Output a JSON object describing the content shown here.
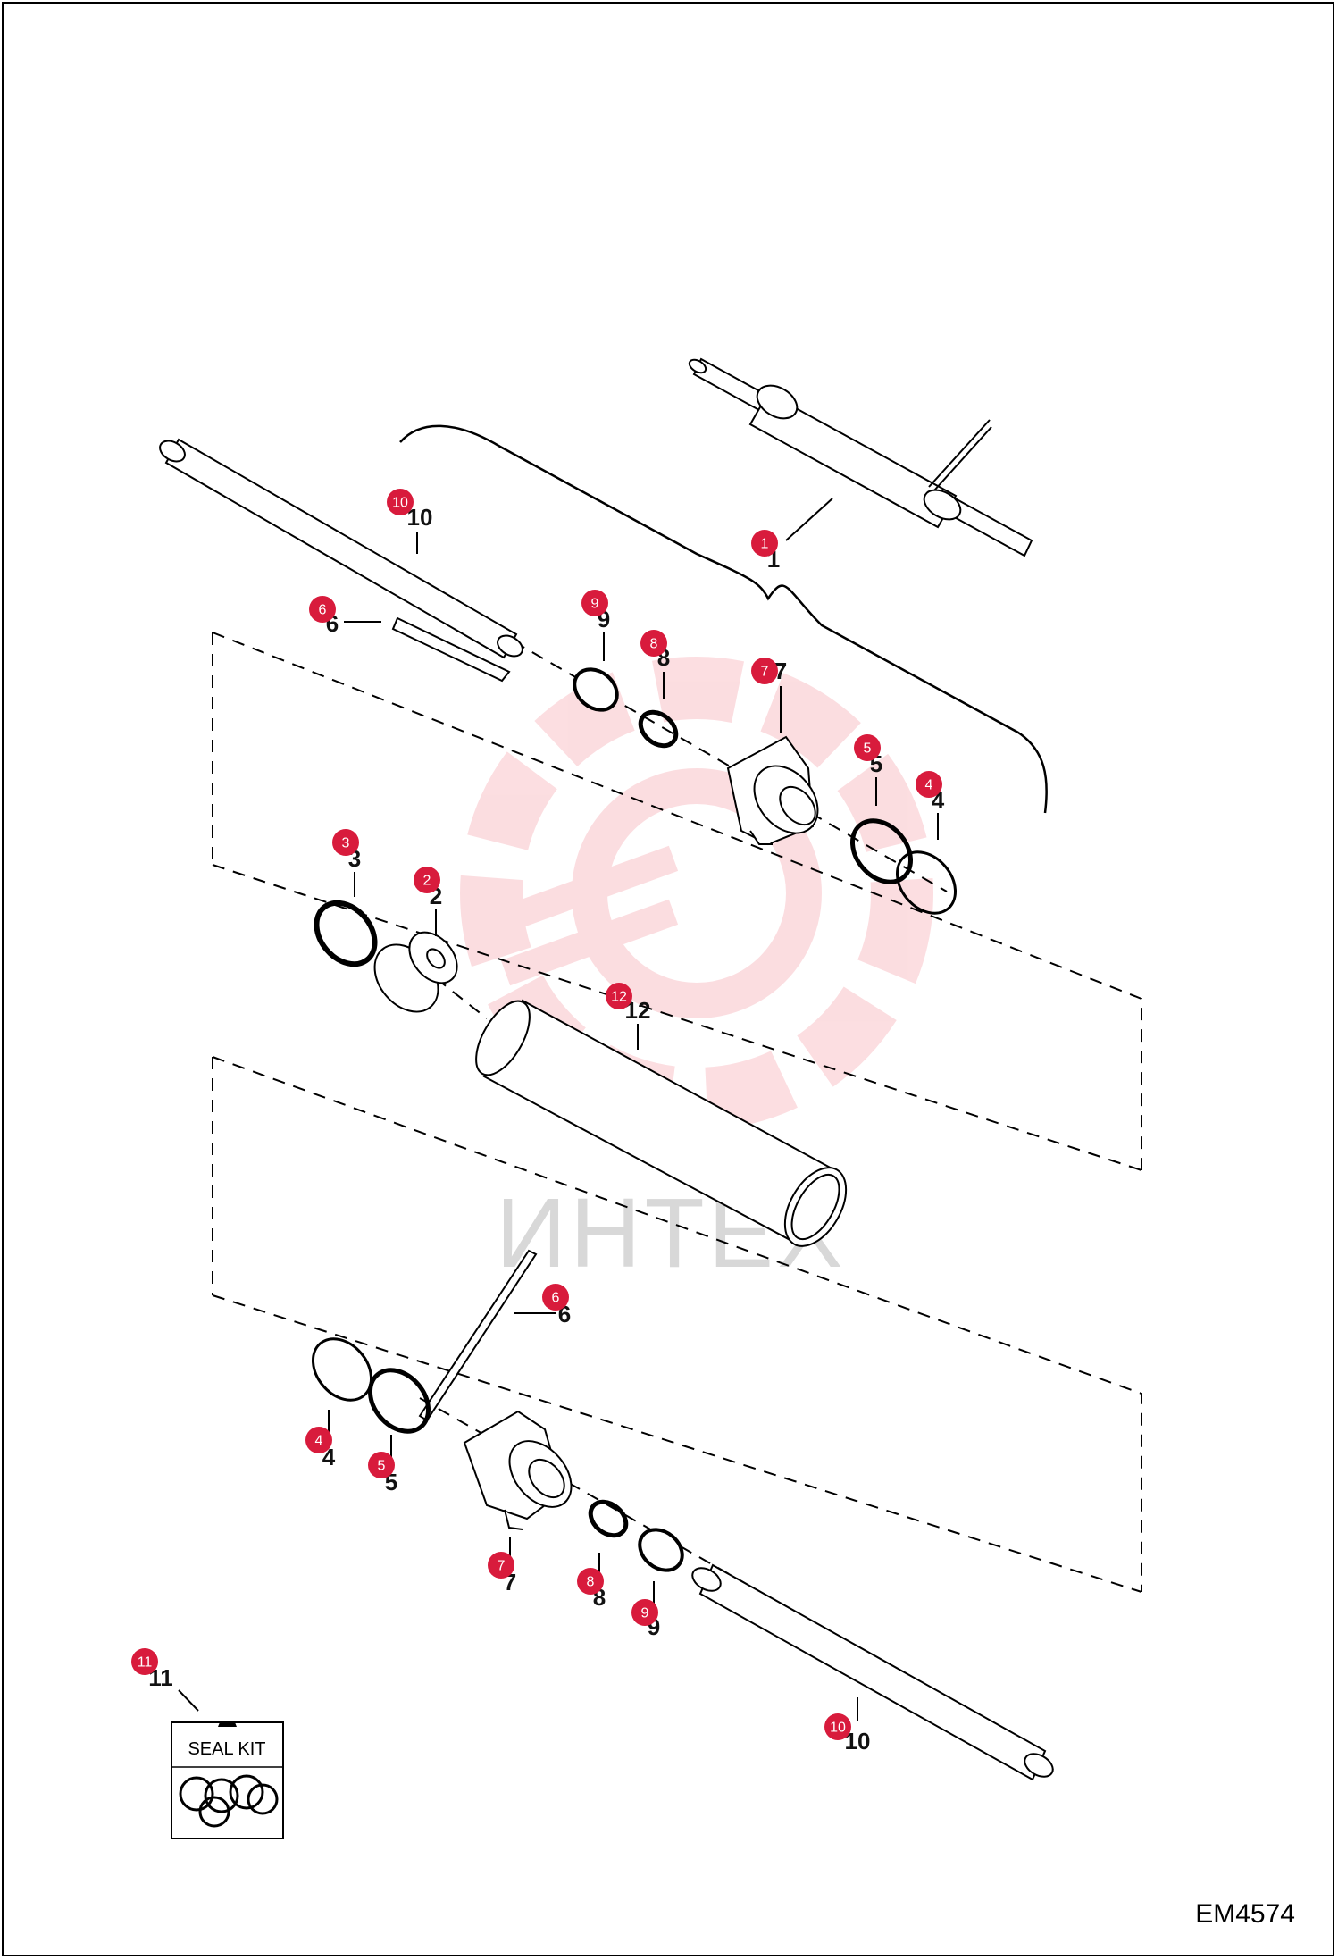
{
  "figure": {
    "code": "EM4574"
  },
  "watermark": {
    "text": "ИНТЕХ",
    "color": "#e8172c"
  },
  "badge_color": "#d81b3c",
  "seal_kit": {
    "label": "SEAL KIT"
  },
  "callouts": {
    "c10a": {
      "badge": "10",
      "label": "10"
    },
    "c1": {
      "badge": "1",
      "label": "1"
    },
    "c6a": {
      "badge": "6",
      "label": "6"
    },
    "c9a": {
      "badge": "9",
      "label": "9"
    },
    "c8a": {
      "badge": "8",
      "label": "8"
    },
    "c7a": {
      "badge": "7",
      "label": "7"
    },
    "c5a": {
      "badge": "5",
      "label": "5"
    },
    "c4a": {
      "badge": "4",
      "label": "4"
    },
    "c3": {
      "badge": "3",
      "label": "3"
    },
    "c2": {
      "badge": "2",
      "label": "2"
    },
    "c12": {
      "badge": "12",
      "label": "12"
    },
    "c6b": {
      "badge": "6",
      "label": "6"
    },
    "c4b": {
      "badge": "4",
      "label": "4"
    },
    "c5b": {
      "badge": "5",
      "label": "5"
    },
    "c7b": {
      "badge": "7",
      "label": "7"
    },
    "c8b": {
      "badge": "8",
      "label": "8"
    },
    "c9b": {
      "badge": "9",
      "label": "9"
    },
    "c10b": {
      "badge": "10",
      "label": "10"
    },
    "c11": {
      "badge": "11",
      "label": "11"
    }
  }
}
